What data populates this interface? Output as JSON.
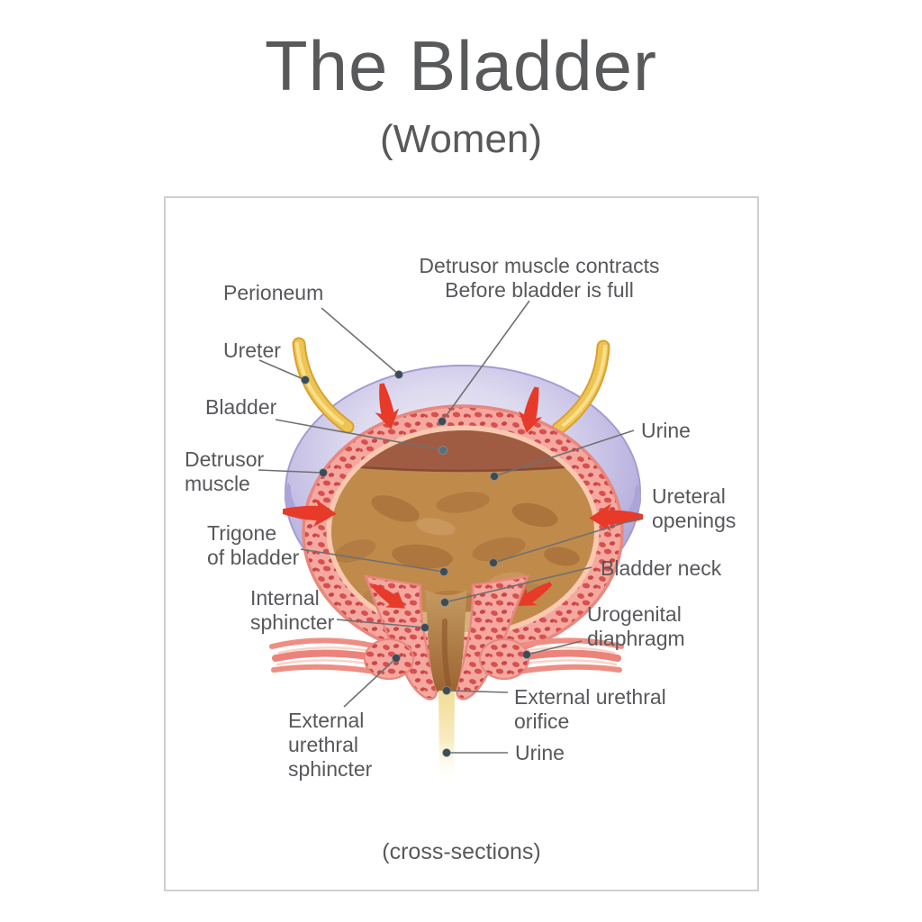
{
  "title": "The Bladder",
  "subtitle": "(Women)",
  "caption": "(cross-sections)",
  "labels": [
    {
      "name": "perioneum",
      "text": "Perioneum"
    },
    {
      "name": "detrusor-muscle-contracts",
      "text": "Detrusor muscle contracts\nBefore bladder is full"
    },
    {
      "name": "ureter",
      "text": "Ureter"
    },
    {
      "name": "bladder",
      "text": "Bladder"
    },
    {
      "name": "detrusor-muscle",
      "text": "Detrusor\nmuscle"
    },
    {
      "name": "trigone-of-bladder",
      "text": "Trigone\nof bladder"
    },
    {
      "name": "internal-sphincter",
      "text": "Internal\nsphincter"
    },
    {
      "name": "external-urethral-sphincter",
      "text": "External\nurethral\nsphincter"
    },
    {
      "name": "urine-upper",
      "text": "Urine"
    },
    {
      "name": "ureteral-openings",
      "text": "Ureteral\nopenings"
    },
    {
      "name": "bladder-neck",
      "text": "Bladder neck"
    },
    {
      "name": "urogenital-diaphragm",
      "text": "Urogenital\ndiaphragm"
    },
    {
      "name": "external-urethral-orifice",
      "text": "External urethral\norifice"
    },
    {
      "name": "urine-lower",
      "text": "Urine"
    }
  ],
  "colors": {
    "text": "#58595b",
    "peritoneum_purple": "#b3abdc",
    "muscle_pink": "#f4a8a0",
    "muscle_speckle_red": "#d7504e",
    "urine_brown": "#c08a4b",
    "lumen_dark_brown": "#a05c42",
    "ureter_gold": "#eec452",
    "arrow_red": "#e73a28",
    "urine_stream_yellow": "#f4e3a0",
    "leader_line_gray": "#6f7072",
    "anchor_dot": "#3d4b55",
    "box_border": "#cdd0d3"
  }
}
